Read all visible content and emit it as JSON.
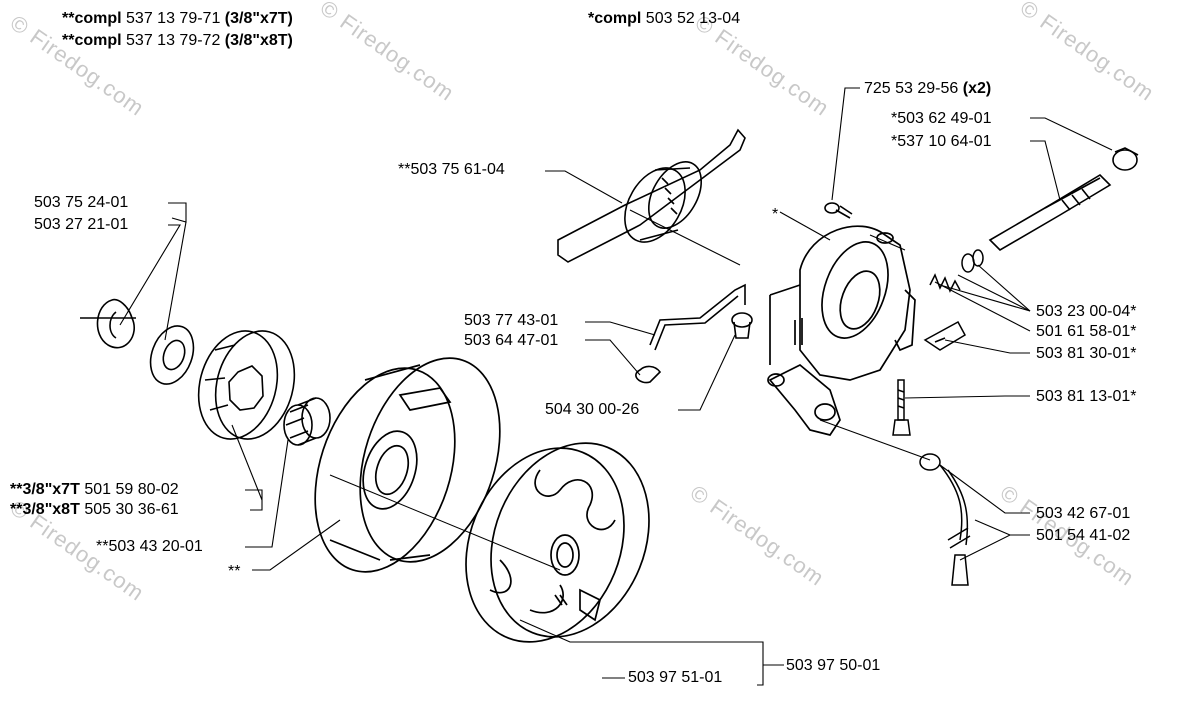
{
  "header": {
    "compl_a": {
      "prefix": "**compl",
      "num": "537 13 79-71",
      "suffix": "(3/8\"x7T)"
    },
    "compl_b": {
      "prefix": "**compl",
      "num": "537 13 79-72",
      "suffix": "(3/8\"x8T)"
    },
    "compl_c": {
      "prefix": "*compl",
      "num": "503 52 13-04"
    }
  },
  "labels": {
    "p725": {
      "num": "725 53 29-56",
      "suffix": "(x2)"
    },
    "p503624901": "*503 62 49-01",
    "p537106401": "*537 10 64-01",
    "p503756104": "**503 75 61-04",
    "star": "*",
    "p503752401": "503 75 24-01",
    "p503272101": "503 27 21-01",
    "p503774301": "503 77 43-01",
    "p503644701": "503 64 47-01",
    "p503230004": "503 23 00-04*",
    "p501615801": "501 61 58-01*",
    "p503813001": "503 81 30-01*",
    "p503811301": "503 81 13-01*",
    "p504300026": "504 30 00-26",
    "p7t": {
      "prefix": "**3/8\"x7T",
      "num": "501 59 80-02"
    },
    "p8t": {
      "prefix": "**3/8\"x8T",
      "num": "505 30 36-61"
    },
    "p503432001": "**503 43 20-01",
    "dstar": "**",
    "p503426701": "503 42 67-01",
    "p501544102": "501 54 41-02",
    "p503975001": "503 97 50-01",
    "p503975101": "503 97 51-01"
  },
  "watermark": "© Firedog.com"
}
